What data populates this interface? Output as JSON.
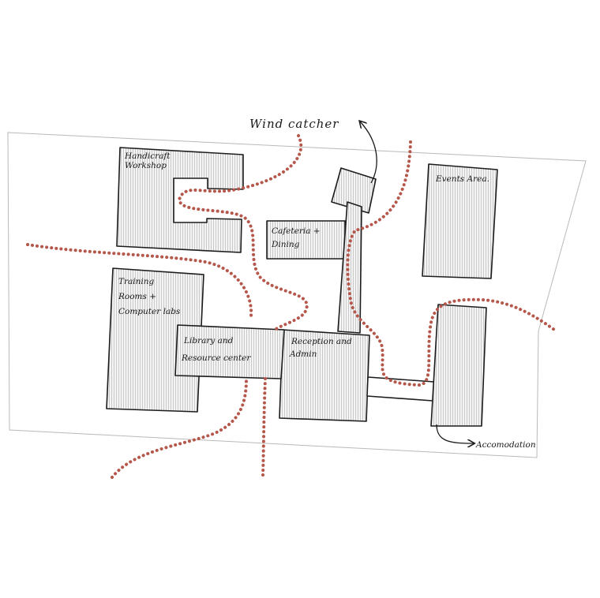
{
  "title": "Site zoning sketch",
  "colors": {
    "path": "#b5574b",
    "ink": "#1c1c1c",
    "hatch": "#bdbdbd"
  },
  "labels": {
    "wind_catcher": "Wind catcher",
    "handicraft_1": "Handicraft",
    "handicraft_2": "Workshop",
    "events": "Events Area.",
    "cafeteria_1": "Cafeteria +",
    "cafeteria_2": "Dining",
    "training_1": "Training",
    "training_2": "Rooms +",
    "training_3": "Computer labs",
    "library_1": "Library and",
    "library_2": "Resource center",
    "reception_1": "Reception and",
    "reception_2": "Admin",
    "accommodation": "Accomodation"
  }
}
